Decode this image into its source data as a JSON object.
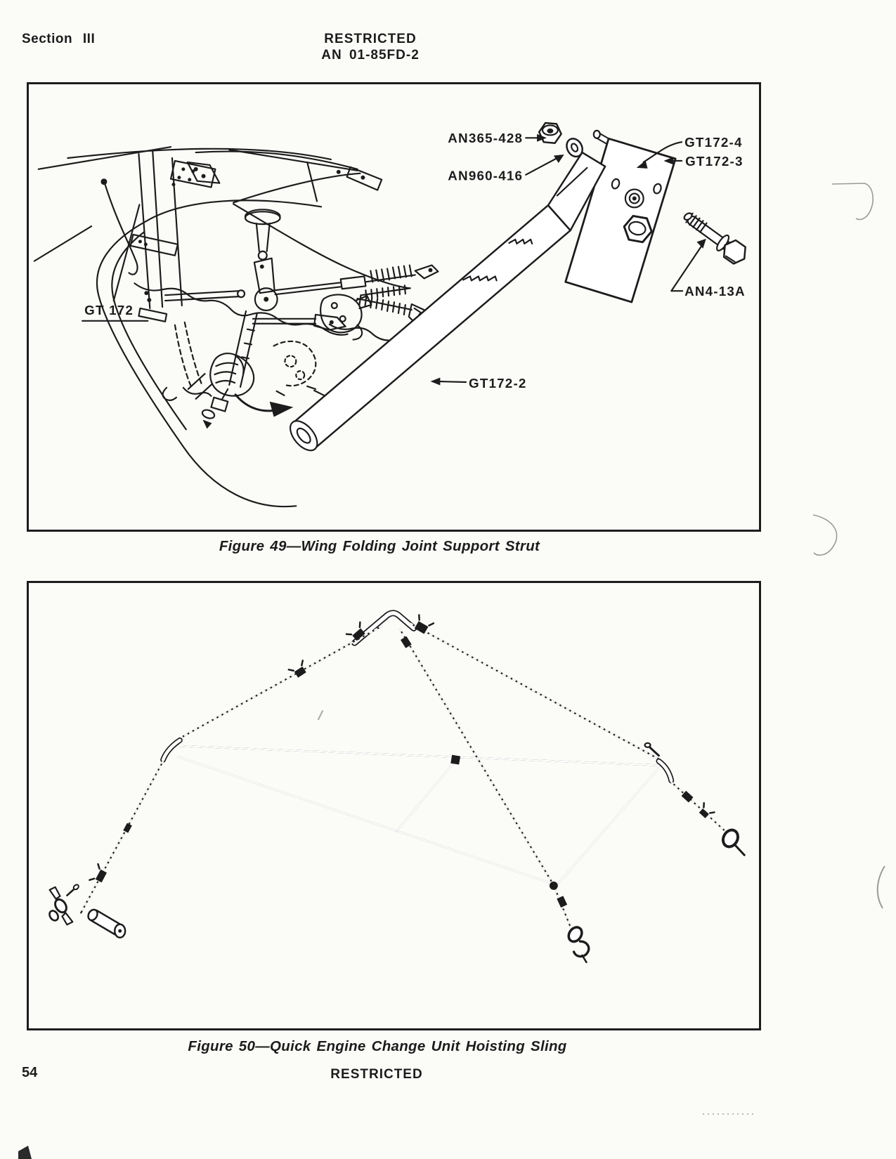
{
  "page": {
    "section_label": "Section III",
    "header_classification": "RESTRICTED",
    "doc_number": "AN 01-85FD-2",
    "footer_classification": "RESTRICTED",
    "page_number": "54"
  },
  "figure_49": {
    "caption": "Figure 49—Wing Folding Joint Support Strut",
    "part_labels": {
      "nut": "AN365-428",
      "washer": "AN960-416",
      "pin": "GT172-4",
      "plate": "GT172-3",
      "bolt": "AN4-13A",
      "strut_tube": "GT172-2",
      "assembly": "GT 172"
    }
  },
  "figure_50": {
    "caption": "Figure 50—Quick Engine Change Unit Hoisting Sling"
  },
  "colors": {
    "paper": "#fbfbf8",
    "ink": "#1c1c1c",
    "artifact": "#9a9a96"
  }
}
